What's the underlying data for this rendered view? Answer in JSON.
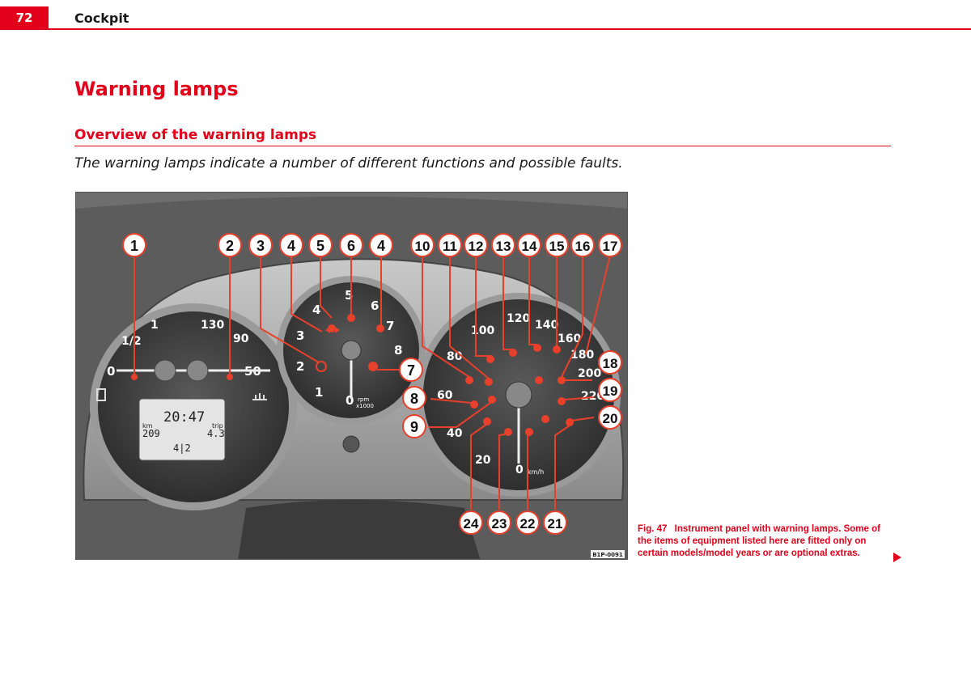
{
  "header": {
    "page_number": "72",
    "section": "Cockpit"
  },
  "heading": "Warning lamps",
  "subheading": "Overview of the warning lamps",
  "intro": "The warning lamps indicate a number of different functions and possible faults.",
  "figure": {
    "image_code": "B1P-0091",
    "display": {
      "time": "20:47",
      "km_label": "km",
      "trip_label": "trip",
      "odometer": "209",
      "trip_value": "4.3",
      "gear": "4|2"
    },
    "fuel_gauge": {
      "empty": "0",
      "quarter": "1/2",
      "full": "1",
      "temp_low": "50",
      "temp_high": "130",
      "temp_mid": "90"
    },
    "rpm_gauge": {
      "ticks": [
        "0",
        "1",
        "2",
        "3",
        "4",
        "5",
        "6",
        "7",
        "8"
      ],
      "unit": "rpm\nx1000",
      "unit_top": "rpm",
      "unit_bottom": "x1000"
    },
    "speed_gauge": {
      "ticks": [
        "0",
        "20",
        "40",
        "60",
        "80",
        "100",
        "120",
        "140",
        "160",
        "180",
        "200",
        "220"
      ],
      "unit": "km/h"
    },
    "callouts_top": [
      "1",
      "2",
      "3",
      "4",
      "5",
      "6",
      "4",
      "10",
      "11",
      "12",
      "13",
      "14",
      "15",
      "16",
      "17"
    ],
    "callouts_right": [
      "7",
      "8",
      "9",
      "18",
      "19",
      "20"
    ],
    "callouts_bottom": [
      "24",
      "23",
      "22",
      "21"
    ]
  },
  "caption": {
    "fig_number": "Fig. 47",
    "text": "Instrument panel with warning lamps. Some of the items of equipment listed here are fitted only on certain models/model years or are optional extras."
  },
  "colors": {
    "accent": "#e2001a",
    "lamp": "#e8402a"
  }
}
